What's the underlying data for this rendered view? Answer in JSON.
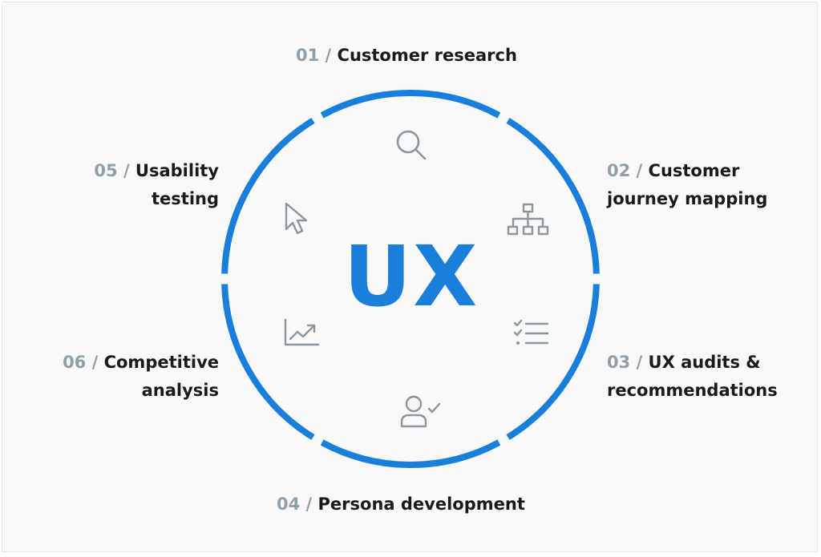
{
  "center": {
    "text": "UX",
    "color": "#1a7fdb"
  },
  "colors": {
    "ring": "#1a7fdb",
    "icon": "#8a979e",
    "number": "#8fa0ab",
    "text": "#1a1a1a"
  },
  "steps": [
    {
      "num": "01",
      "sep": "/",
      "line1": "Customer research",
      "line2": "",
      "icon": "search-icon"
    },
    {
      "num": "02",
      "sep": "/",
      "line1": "Customer",
      "line2": "journey mapping",
      "icon": "sitemap-icon"
    },
    {
      "num": "03",
      "sep": "/",
      "line1": "UX audits &",
      "line2": "recommendations",
      "icon": "checklist-icon"
    },
    {
      "num": "04",
      "sep": "/",
      "line1": "Persona development",
      "line2": "",
      "icon": "user-check-icon"
    },
    {
      "num": "05",
      "sep": "/",
      "line1": "Usability",
      "line2": "testing",
      "icon": "cursor-icon"
    },
    {
      "num": "06",
      "sep": "/",
      "line1": "Competitive",
      "line2": "analysis",
      "icon": "trend-chart-icon"
    }
  ]
}
